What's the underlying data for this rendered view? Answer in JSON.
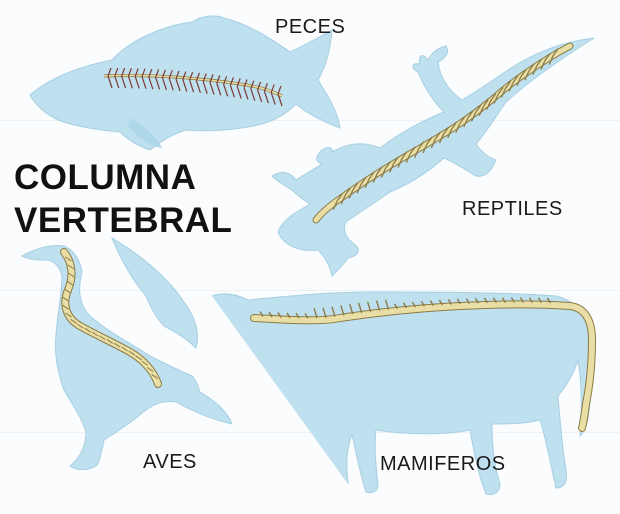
{
  "title": {
    "line1": "COLUMNA",
    "line2": "VERTEBRAL"
  },
  "labels": {
    "fish": "PECES",
    "reptiles": "REPTILES",
    "birds": "AVES",
    "mammals": "MAMIFEROS"
  },
  "colors": {
    "silhouette": "#bfe0ef",
    "silhouette_edge": "#9ccbe0",
    "bone": "#e9dfa6",
    "bone_edge": "#8b7a45",
    "fish_rib": "#7a3b35",
    "text": "#111111"
  }
}
